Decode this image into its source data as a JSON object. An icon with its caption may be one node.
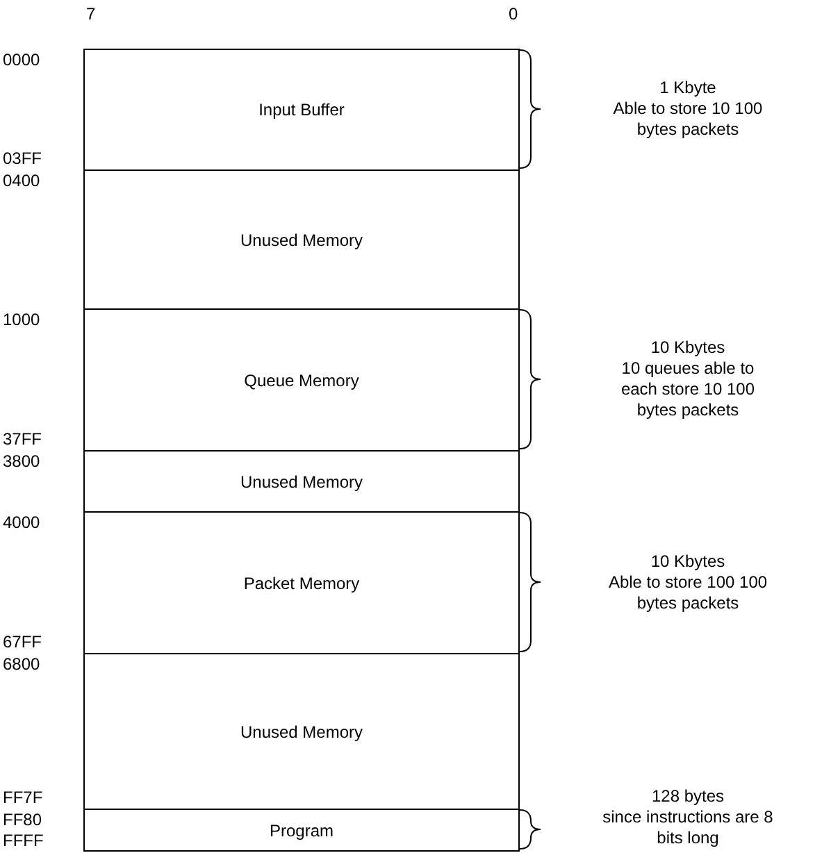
{
  "diagram": {
    "nodes": [
      {
        "text": [
          "Input Buffer"
        ],
        "beside": [
          "1 Kbyte",
          "Able to store 10 100 bytes packets"
        ]
      },
      {
        "text": [
          "Unused Memory"
        ]
      },
      {
        "text": [
          "Queue Memory"
        ],
        "beside": [
          "10 Kbytes",
          "10 queues able to each store 10 100 bytes packets"
        ]
      },
      {
        "text": [
          "Unused Memory"
        ]
      },
      {
        "text": [
          "Packet Memory"
        ],
        "beside": [
          "10 Kbytes",
          "Able to store 100 100 bytes packets"
        ]
      },
      {
        "text": [
          "Unused Memory"
        ]
      },
      {
        "text": [
          "Program"
        ],
        "beside": [
          "128 bytes",
          "since instructions are 8 bits long"
        ]
      }
    ],
    "labels": [
      "7",
      "0",
      "0000",
      "03FF",
      "0400",
      "1000",
      "37FF",
      "3800",
      "4000",
      "67FF",
      "6800",
      "FF7F",
      "FF80",
      "FFFF"
    ]
  }
}
